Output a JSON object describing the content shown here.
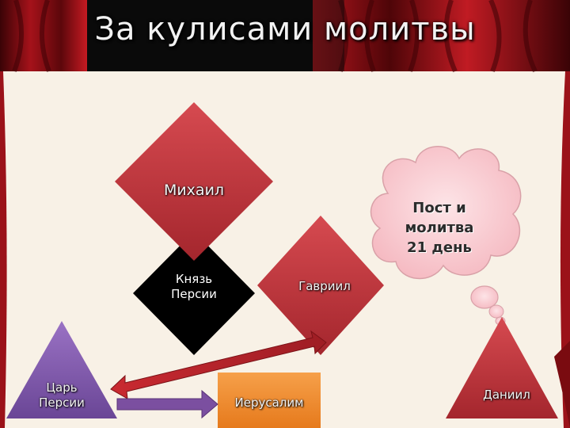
{
  "header": {
    "title": "За кулисами молитвы"
  },
  "diagram": {
    "michael": "Михаил",
    "prince_line1": "Князь",
    "prince_line2": "Персии",
    "gabriel": "Гавриил",
    "prayer_line1": "Пост и",
    "prayer_line2": "молитва",
    "prayer_line3": "21 день",
    "king_line1": "Царь",
    "king_line2": "Персии",
    "jerusalem": "Иерусалим",
    "daniel": "Даниил"
  },
  "colors": {
    "background": "#f8f1e6",
    "header_bar": "#0a0a0a",
    "curtain": "#8c0d12",
    "red_shape": "#b8323a",
    "prince_black": "#000000",
    "king_purple": "#7a55a6",
    "jerusalem_orange": "#f08a2c",
    "cloud_pink": "#f9c8cf",
    "arrow_red": "#b8282e",
    "arrow_purple": "#7b4fa0"
  },
  "icons": [
    "cloud-thought-bubble",
    "double-arrow",
    "right-arrow"
  ]
}
